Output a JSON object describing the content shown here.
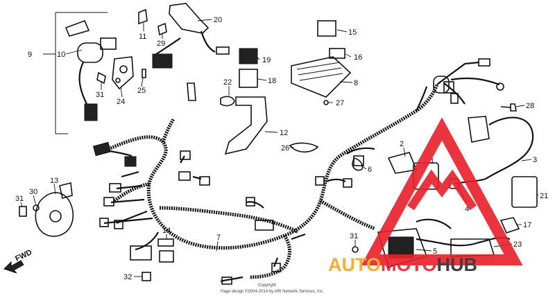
{
  "callouts": [
    {
      "n": "9"
    },
    {
      "n": "10"
    },
    {
      "n": "11"
    },
    {
      "n": "20"
    },
    {
      "n": "29"
    },
    {
      "n": "15"
    },
    {
      "n": "16"
    },
    {
      "n": "19"
    },
    {
      "n": "18"
    },
    {
      "n": "8"
    },
    {
      "n": "31"
    },
    {
      "n": "25"
    },
    {
      "n": "24"
    },
    {
      "n": "22"
    },
    {
      "n": "27"
    },
    {
      "n": "28"
    },
    {
      "n": "12"
    },
    {
      "n": "26"
    },
    {
      "n": "2"
    },
    {
      "n": "1"
    },
    {
      "n": "6"
    },
    {
      "n": "3"
    },
    {
      "n": "21"
    },
    {
      "n": "13"
    },
    {
      "n": "30"
    },
    {
      "n": "31"
    },
    {
      "n": "4"
    },
    {
      "n": "17"
    },
    {
      "n": "14"
    },
    {
      "n": "7"
    },
    {
      "n": "31"
    },
    {
      "n": "5"
    },
    {
      "n": "23"
    },
    {
      "n": "32"
    }
  ],
  "direction_label": "FWD",
  "copyright_lines": [
    "Copyright",
    "Page design ©2004-2014 by ARI Network Services, Inc."
  ],
  "watermark": {
    "part_a": "AUTO",
    "part_b": "MOTO",
    "part_c": "HUB"
  },
  "colors": {
    "ink": "#111111",
    "watermark_red": "#e8202a",
    "watermark_orange": "#f2a51c",
    "watermark_dark": "#2b2b2b"
  }
}
